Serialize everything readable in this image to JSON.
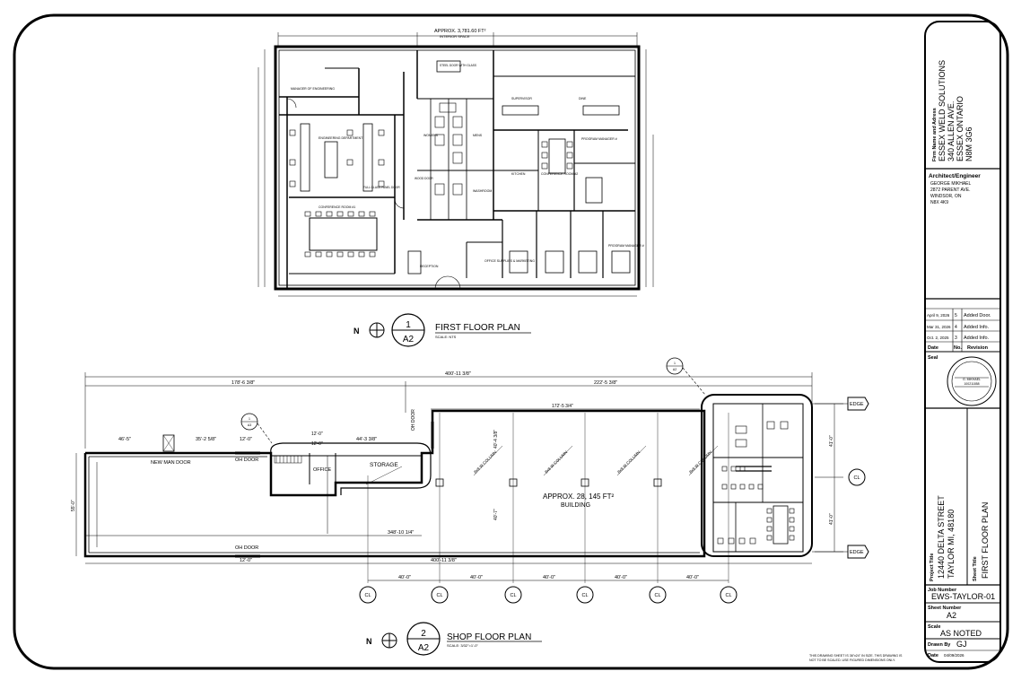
{
  "title_block": {
    "firm_label": "Firm Name and Adress",
    "firm_lines": [
      "ESSEX WELD SOLUTIONS",
      "340 ALLEN AVE.",
      "ESSEX ONTARIO",
      "N8M 3G6"
    ],
    "architect_label": "Architect/Engineer",
    "architect_lines": [
      "GEORGE MIKHAEL",
      "2872 PARENT AVE.",
      "WINDSOR, ON",
      "N8X 4K9"
    ],
    "revisions": [
      {
        "date": "April 9, 2026",
        "no": "5",
        "text": "Added Door."
      },
      {
        "date": "Mar 31, 2026",
        "no": "4",
        "text": "Added Info."
      },
      {
        "date": "Oct. 2, 2025",
        "no": "3",
        "text": "Added Info."
      }
    ],
    "rev_header": {
      "date": "Date",
      "no": "No.",
      "text": "Revision"
    },
    "seal_label": "Seal",
    "seal_text": [
      "G. MIKHAEL",
      "100211858"
    ],
    "project_title_label": "Project Title",
    "project_lines": [
      "12440 DELTA STREET",
      "TAYLOR MI, 48180"
    ],
    "sheet_title_label": "Sheet Title",
    "sheet_title": "FIRST FLOOR PLAN",
    "job_label": "Job Number",
    "job_number": "EWS-TAYLOR-01",
    "sheet_number_label": "Sheet Number",
    "sheet_number": "A2",
    "scale_label": "Scale",
    "scale_value": "AS NOTED",
    "drawn_label": "Drawn By",
    "drawn_value": "GJ",
    "date_label": "Date",
    "date_value": "04/09/2026"
  },
  "first_floor": {
    "area_line1": "APPROX. 3,781.60 FT²",
    "area_line2": "INTERIOR SPACE",
    "rooms": [
      "MANAGER OF ENGINEERING",
      "ENGINEERING DEPARTMENT",
      "CONFERENCE ROOM #1",
      "RECEPTION",
      "WOMENS",
      "MENS",
      "SUPERVISOR",
      "DINE",
      "PROGRAM MANAGER #",
      "KITCHEN",
      "CONFERENCE ROOM #2",
      "OFFICE SUPPLIES & MARKETING",
      "WASHROOM",
      "PROGRAM MANAGER #",
      "FULL GLASS PANEL DOOR",
      "WOOD DOOR",
      "STEEL DOOR WITH GLASS"
    ],
    "bubble_num": "1",
    "bubble_sheet": "A2",
    "title": "FIRST FLOOR PLAN",
    "scale": "SCALE: NTS"
  },
  "shop_floor": {
    "dims": {
      "overall_top": "400'-11 3/8\"",
      "left_top": "178'-6 3/8\"",
      "right_top": "222'-5 3/8\"",
      "mid_top": "172'-5 3/4\"",
      "overall_bottom": "400'-11 3/8\"",
      "inner_bottom": "348'-10 1/4\"",
      "d46": "46'-5\"",
      "d35": "35'-2 5/8\"",
      "d12a": "12'-0\"",
      "d12b": "12'-0\"",
      "d44": "44'-3 3/8\"",
      "d12c": "12'-0\"",
      "d12d": "12'-0\"",
      "d40_7": "40'-7\"",
      "d40_4": "40'-4 3/8\"",
      "bay": "40'-0\"",
      "left_v": "55'-0\"",
      "right_v1": "41'-0\"",
      "right_v2": "41'-0\""
    },
    "labels": {
      "man_door": "NEW MAN DOOR",
      "oh_door_top": "OH DOOR",
      "oh_door_bottom": "OH DOOR",
      "office": "OFFICE",
      "storage": "STORAGE",
      "oh_door_v": "OH DOOR",
      "area_line1": "APPROX. 28, 145 FT²",
      "area_line2": "BUILDING",
      "column": "8x8 W COLUMN",
      "edge": "EDGE",
      "cl": "CL"
    },
    "bubble_num": "2",
    "bubble_sheet": "A2",
    "title": "SHOP FLOOR PLAN",
    "scale": "SCALE: 3/32\"=1'-0\"",
    "note": [
      "THIS DRAWING SHEET IS 36\"x24\" IN SIZE. THIS DRAWING IS",
      "NOT TO BE SCALED. USE FIGURED DIMENSIONS ONLY."
    ]
  }
}
